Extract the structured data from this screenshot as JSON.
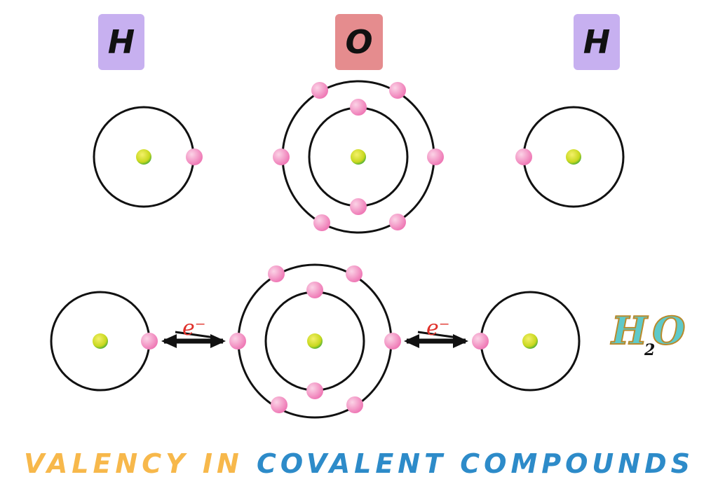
{
  "labels": {
    "left": "H",
    "center": "O",
    "right": "H"
  },
  "colors": {
    "hydrogen_label_bg": "#c7b0f0",
    "oxygen_label_bg": "#e58c8e",
    "electron": "#f07ab8",
    "nucleus": "#d7e12a",
    "orbit": "#111111",
    "arrow": "#111111",
    "electron_symbol": "#e0302a",
    "title_part1": "#f7b84b",
    "title_part2": "#2d8bc9"
  },
  "bond_arrows": {
    "left_symbol": "e⁻",
    "right_symbol": "e⁻"
  },
  "formula": {
    "main": "H",
    "subscript": "2",
    "tail": "O"
  },
  "title": {
    "part1": "VALENCY IN",
    "part2": "COVALENT COMPOUNDS"
  }
}
